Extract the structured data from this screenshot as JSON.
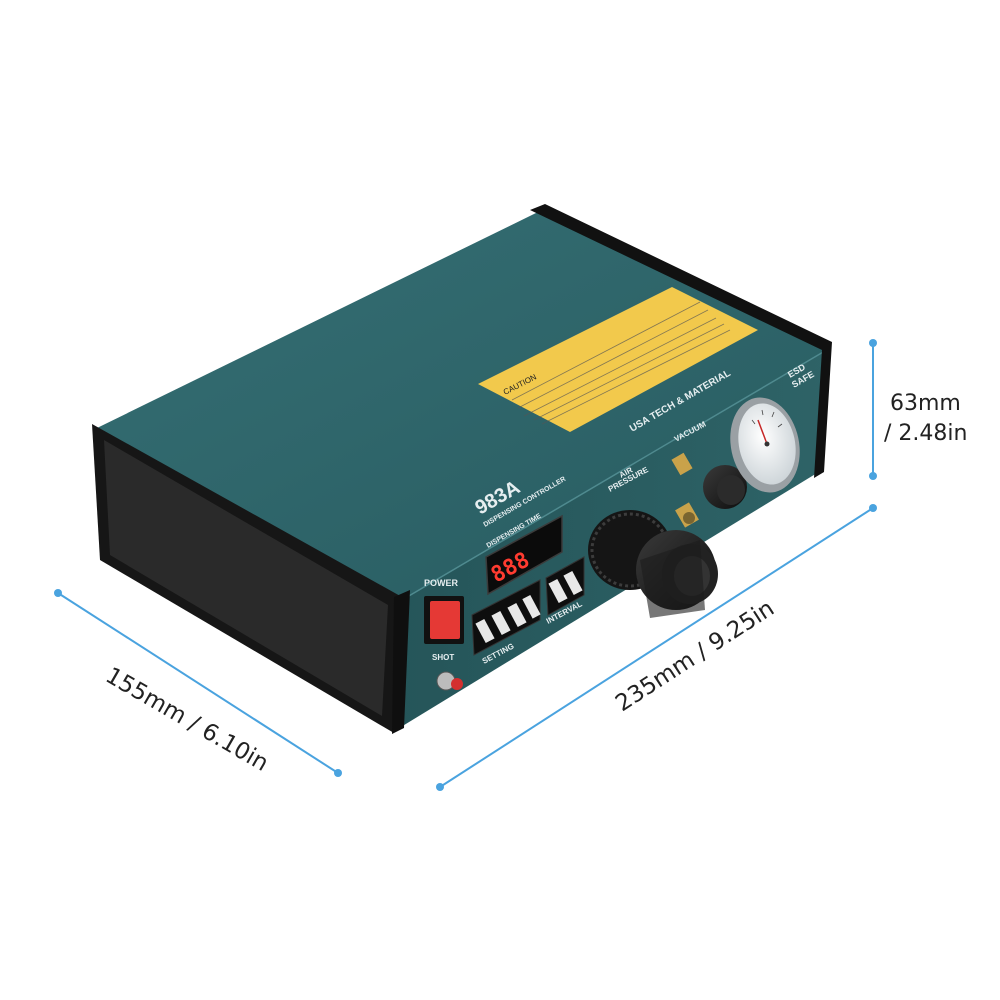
{
  "device": {
    "model": "983A",
    "subtitle": "DISPENSING CONTROLLER",
    "brand": "USA TECH & MATERIAL",
    "esd_top": "ESD",
    "esd_bottom": "SAFE",
    "display_label": "DISPENSING TIME",
    "display_value": "888",
    "air_pressure_1": "AIR",
    "air_pressure_2": "PRESSURE",
    "vacuum": "VACUUM",
    "power": "POWER",
    "shot": "SHOT",
    "setting": "SETTING",
    "interval": "INTERVAL",
    "caution": "CAUTION"
  },
  "dimensions": {
    "width": "155mm / 6.10in",
    "length": "235mm / 9.25in",
    "height_1": "63mm",
    "height_2": "/ 2.48in"
  },
  "colors": {
    "body": "#2d6468",
    "dimension_line": "#4aa3df",
    "label": "#f2c94c",
    "power_button": "#e53935"
  }
}
